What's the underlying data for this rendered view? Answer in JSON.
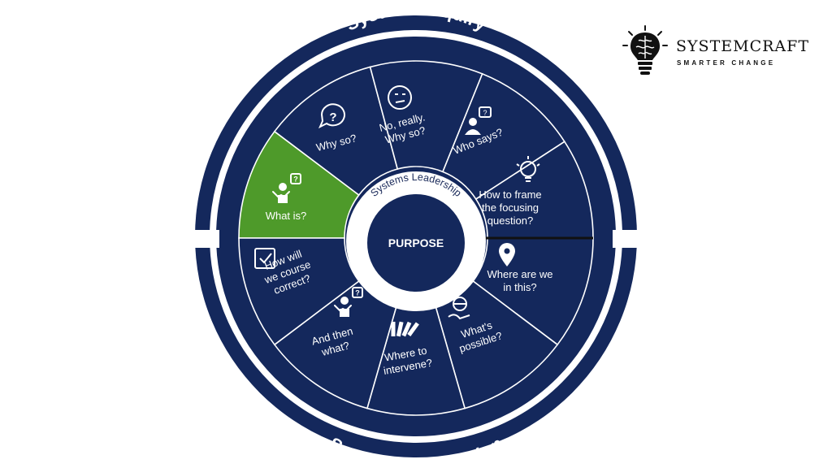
{
  "colors": {
    "navy": "#14285c",
    "green": "#4e9a2a",
    "white": "#ffffff",
    "divider": "#111111"
  },
  "ring": {
    "top_label": "Systems Inquiry",
    "bottom_label": "Systems Intervention"
  },
  "center": {
    "arc_label": "Systems Leadership",
    "label": "PURPOSE"
  },
  "segments": [
    {
      "id": "what-is",
      "lines": [
        "What is?"
      ],
      "icon": "person-question-icon",
      "highlighted": true
    },
    {
      "id": "why-so",
      "lines": [
        "Why so?"
      ],
      "icon": "speech-question-icon",
      "highlighted": false
    },
    {
      "id": "no-really",
      "lines": [
        "No, really.",
        "Why so?"
      ],
      "icon": "skeptical-face-icon",
      "highlighted": false
    },
    {
      "id": "who-says",
      "lines": [
        "Who says?"
      ],
      "icon": "person-speech-icon",
      "highlighted": false
    },
    {
      "id": "frame-question",
      "lines": [
        "How to frame",
        "the focusing",
        "question?"
      ],
      "icon": "lightbulb-icon",
      "highlighted": false
    },
    {
      "id": "where-are-we",
      "lines": [
        "Where are we",
        "in this?"
      ],
      "icon": "map-pin-icon",
      "highlighted": false
    },
    {
      "id": "whats-possible",
      "lines": [
        "What's",
        "possible?"
      ],
      "icon": "hand-globe-icon",
      "highlighted": false
    },
    {
      "id": "where-intervene",
      "lines": [
        "Where to",
        "intervene?"
      ],
      "icon": "dominoes-icon",
      "highlighted": false
    },
    {
      "id": "and-then",
      "lines": [
        "And then",
        "what?"
      ],
      "icon": "person-question-icon",
      "highlighted": false
    },
    {
      "id": "course-correct",
      "lines": [
        "How will",
        "we course",
        "correct?"
      ],
      "icon": "checkbox-icon",
      "highlighted": false
    }
  ],
  "logo": {
    "name": "SYSTEMCRAFT",
    "tagline": "SMARTER CHANGE",
    "icon": "brain-bulb-icon"
  }
}
